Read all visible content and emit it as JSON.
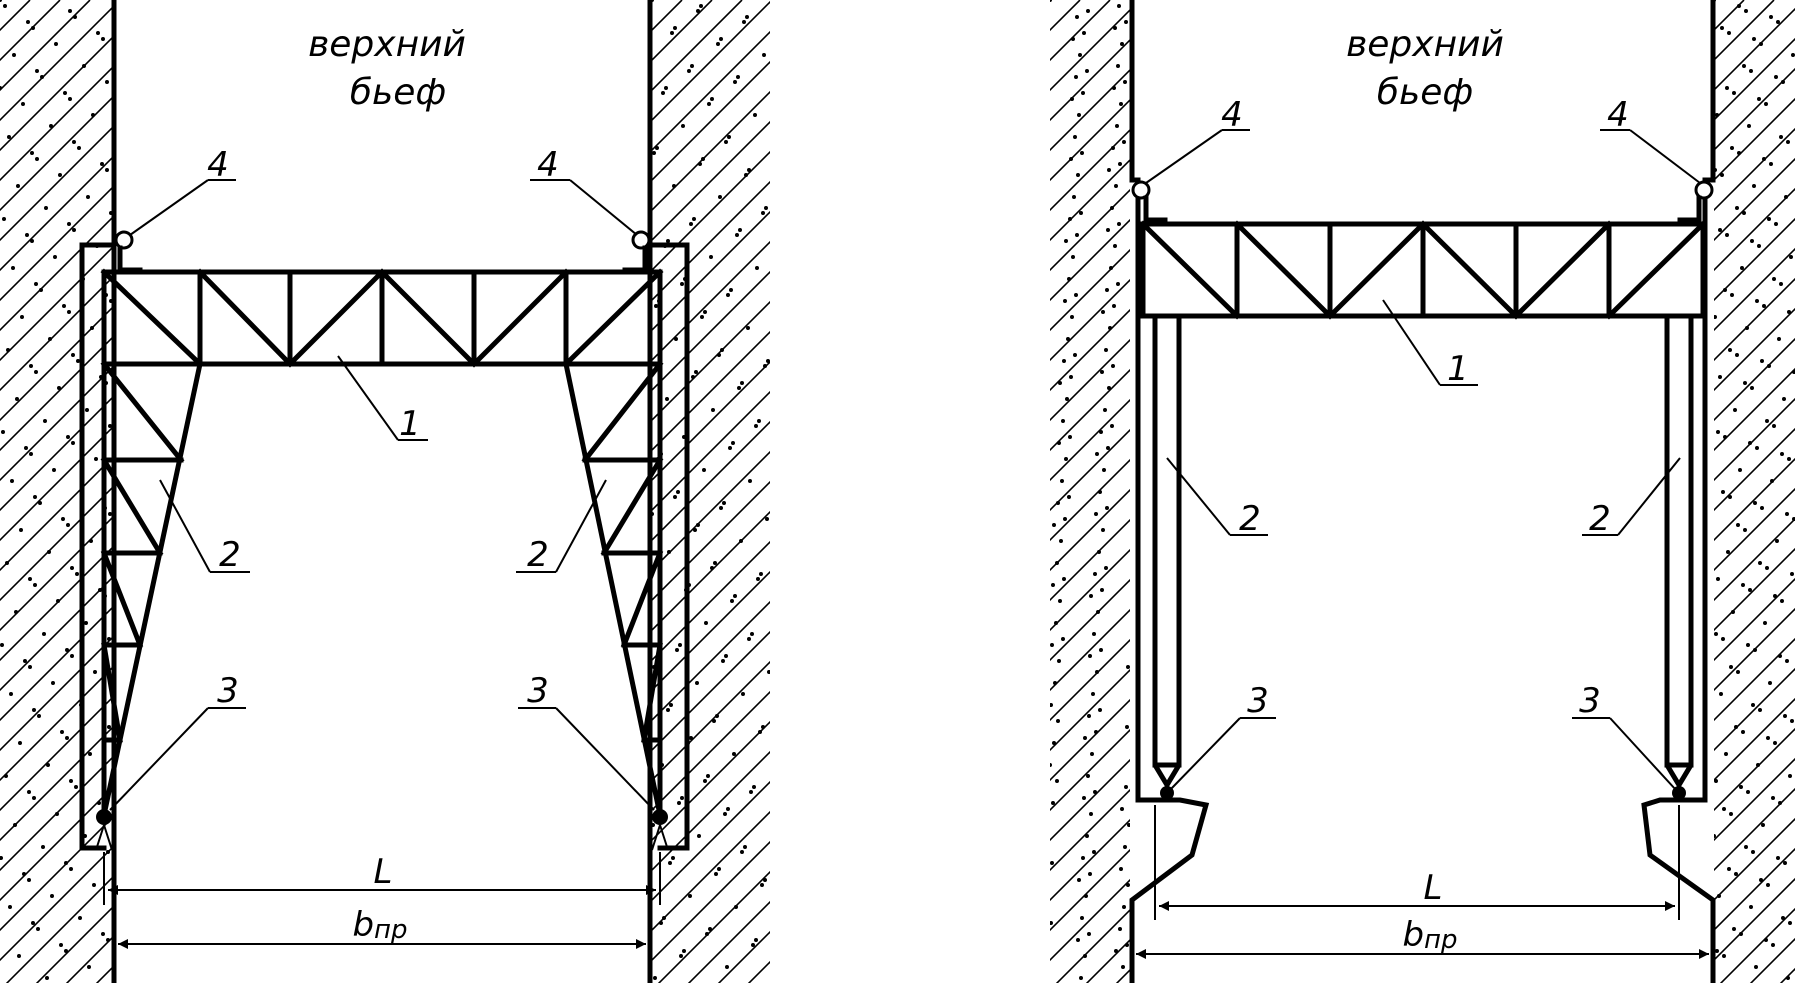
{
  "colors": {
    "ink": "#000000",
    "background": "#ffffff"
  },
  "left_scheme": {
    "water_label_line1": "верхний",
    "water_label_line2": "бьеф",
    "callouts": {
      "truss": "1",
      "leg": "2",
      "hinge": "3",
      "wheel": "4"
    },
    "dim_span": "L",
    "dim_width_main": "b",
    "dim_width_sub": "пр"
  },
  "right_scheme": {
    "water_label_line1": "верхний",
    "water_label_line2": "бьеф",
    "callouts": {
      "truss": "1",
      "leg": "2",
      "hinge": "3",
      "wheel": "4"
    },
    "dim_span": "L",
    "dim_width_main": "b",
    "dim_width_sub": "пр"
  }
}
